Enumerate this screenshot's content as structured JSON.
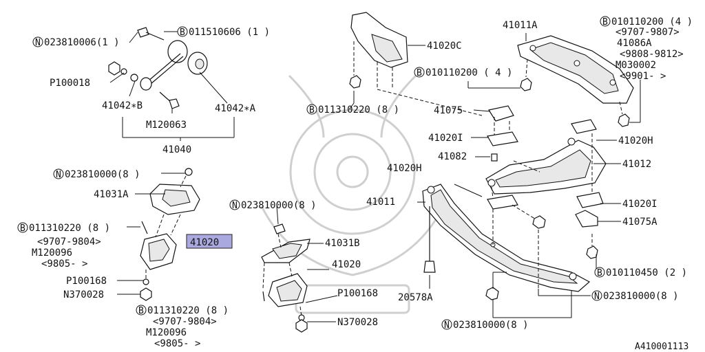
{
  "diagram_code": "A410001113",
  "selected_part": "41020",
  "labels": [
    {
      "key": "n_023810006_1",
      "prefix": "N",
      "text": "023810006(1 )"
    },
    {
      "key": "b_011510606_1",
      "prefix": "B",
      "text": "011510606 (1 )"
    },
    {
      "key": "p100018",
      "prefix": "",
      "text": "P100018"
    },
    {
      "key": "41042b",
      "prefix": "",
      "text": "41042∗B"
    },
    {
      "key": "41042a",
      "prefix": "",
      "text": "41042∗A"
    },
    {
      "key": "m120063",
      "prefix": "",
      "text": "M120063"
    },
    {
      "key": "41040",
      "prefix": "",
      "text": "41040"
    },
    {
      "key": "n_023810000_8_a",
      "prefix": "N",
      "text": "023810000(8 )"
    },
    {
      "key": "41031a",
      "prefix": "",
      "text": "41031A"
    },
    {
      "key": "b_011310220_8_a",
      "prefix": "B",
      "text": "011310220 (8 )"
    },
    {
      "key": "r_9707_9804_a",
      "prefix": "",
      "text": "<9707-9804>"
    },
    {
      "key": "m120096_a",
      "prefix": "",
      "text": "M120096"
    },
    {
      "key": "r_9805_a",
      "prefix": "",
      "text": "<9805-    >"
    },
    {
      "key": "p100168_a",
      "prefix": "",
      "text": "P100168"
    },
    {
      "key": "n370028_a",
      "prefix": "",
      "text": "N370028"
    },
    {
      "key": "n_023810000_8_b",
      "prefix": "N",
      "text": "023810000(8 )"
    },
    {
      "key": "41031b",
      "prefix": "",
      "text": "41031B"
    },
    {
      "key": "41020_b",
      "prefix": "",
      "text": "41020"
    },
    {
      "key": "p100168_b",
      "prefix": "",
      "text": "P100168"
    },
    {
      "key": "n370028_b",
      "prefix": "",
      "text": "N370028"
    },
    {
      "key": "b_011310220_8_b",
      "prefix": "B",
      "text": "011310220 (8 )"
    },
    {
      "key": "r_9707_9804_b",
      "prefix": "",
      "text": "<9707-9804>"
    },
    {
      "key": "m120096_b",
      "prefix": "",
      "text": "M120096"
    },
    {
      "key": "r_9805_b",
      "prefix": "",
      "text": "<9805-    >"
    },
    {
      "key": "41020c",
      "prefix": "",
      "text": "41020C"
    },
    {
      "key": "b_011310220_8_c",
      "prefix": "B",
      "text": "011310220 (8 )"
    },
    {
      "key": "41011a",
      "prefix": "",
      "text": "41011A"
    },
    {
      "key": "b_010110200_4_a",
      "prefix": "B",
      "text": "010110200 (4 )"
    },
    {
      "key": "r_9707_9807",
      "prefix": "",
      "text": "<9707-9807>"
    },
    {
      "key": "41086a",
      "prefix": "",
      "text": "41086A"
    },
    {
      "key": "r_9808_9812",
      "prefix": "",
      "text": "<9808-9812>"
    },
    {
      "key": "m030002",
      "prefix": "",
      "text": "M030002"
    },
    {
      "key": "r_9901",
      "prefix": "",
      "text": "<9901-    >"
    },
    {
      "key": "b_010110200_4_b",
      "prefix": "B",
      "text": "010110200 ( 4 )"
    },
    {
      "key": "41075",
      "prefix": "",
      "text": "41075"
    },
    {
      "key": "41020i_a",
      "prefix": "",
      "text": "41020I"
    },
    {
      "key": "41020h_a",
      "prefix": "",
      "text": "41020H"
    },
    {
      "key": "41082",
      "prefix": "",
      "text": "41082"
    },
    {
      "key": "41012",
      "prefix": "",
      "text": "41012"
    },
    {
      "key": "41020h_b",
      "prefix": "",
      "text": "41020H"
    },
    {
      "key": "41011",
      "prefix": "",
      "text": "41011"
    },
    {
      "key": "41020i_b",
      "prefix": "",
      "text": "41020I"
    },
    {
      "key": "41075a",
      "prefix": "",
      "text": "41075A"
    },
    {
      "key": "b_010110450_2",
      "prefix": "B",
      "text": "010110450 (2 )"
    },
    {
      "key": "20578a",
      "prefix": "",
      "text": "20578A"
    },
    {
      "key": "n_023810000_8_c",
      "prefix": "N",
      "text": "023810000(8 )"
    },
    {
      "key": "n_023810000_8_d",
      "prefix": "N",
      "text": "023810000(8 )"
    }
  ]
}
